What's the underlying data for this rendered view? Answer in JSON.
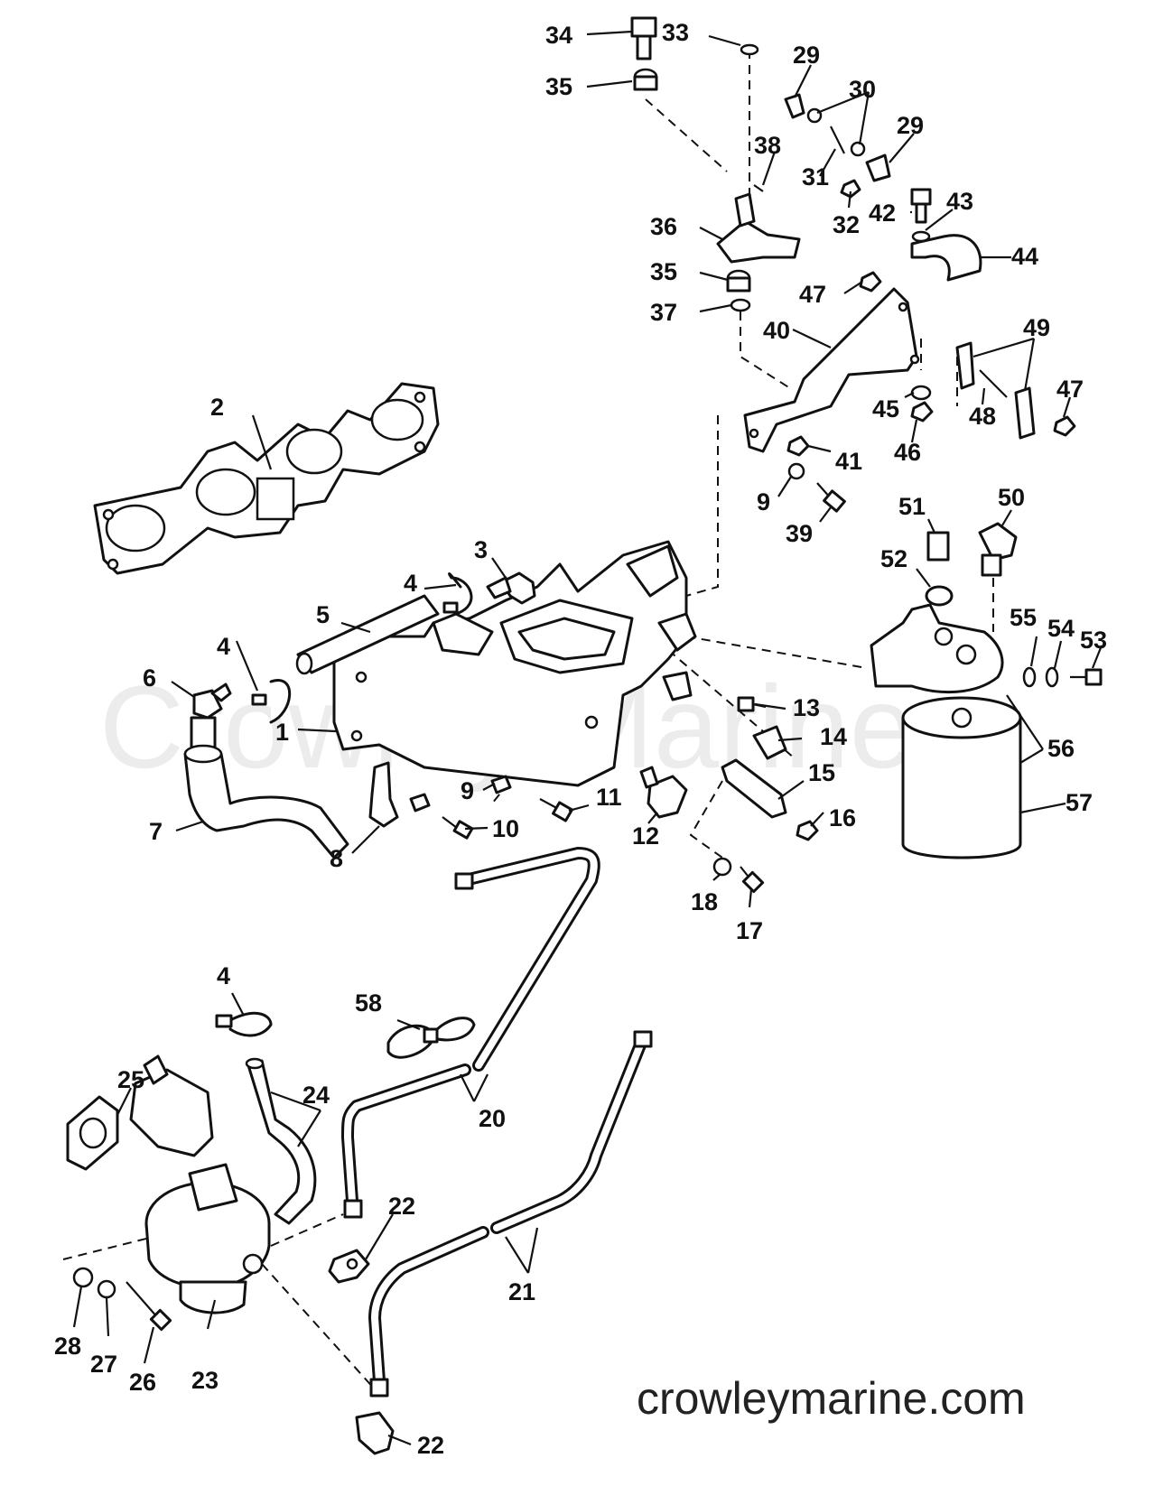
{
  "watermark": "Crowley Marine",
  "site_label": "crowleymarine.com",
  "callouts": {
    "c1": "1",
    "c2": "2",
    "c3": "3",
    "c4a": "4",
    "c4b": "4",
    "c4c": "4",
    "c5": "5",
    "c6": "6",
    "c7": "7",
    "c8": "8",
    "c9a": "9",
    "c9b": "9",
    "c10": "10",
    "c11": "11",
    "c12": "12",
    "c13": "13",
    "c14": "14",
    "c15": "15",
    "c16": "16",
    "c17": "17",
    "c18": "18",
    "c20": "20",
    "c21": "21",
    "c22a": "22",
    "c22b": "22",
    "c23": "23",
    "c24": "24",
    "c25": "25",
    "c26": "26",
    "c27": "27",
    "c28": "28",
    "c29a": "29",
    "c29b": "29",
    "c30": "30",
    "c31": "31",
    "c32": "32",
    "c33": "33",
    "c34": "34",
    "c35a": "35",
    "c35b": "35",
    "c36": "36",
    "c37": "37",
    "c38": "38",
    "c39": "39",
    "c40": "40",
    "c41": "41",
    "c42": "42",
    "c43": "43",
    "c44": "44",
    "c45": "45",
    "c46": "46",
    "c47a": "47",
    "c47b": "47",
    "c48": "48",
    "c49": "49",
    "c50": "50",
    "c51": "51",
    "c52": "52",
    "c53": "53",
    "c54": "54",
    "c55": "55",
    "c56": "56",
    "c57": "57",
    "c58": "58"
  }
}
